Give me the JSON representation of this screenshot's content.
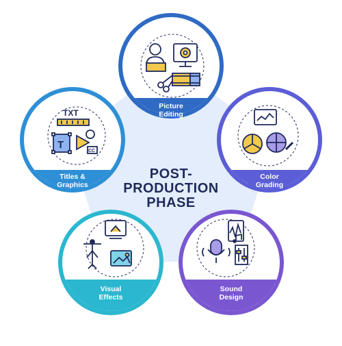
{
  "title": {
    "lines": [
      "POST-",
      "PRODUCTION",
      "PHASE"
    ]
  },
  "stages": [
    {
      "id": "picture-editing",
      "lines": [
        "Picture",
        "Editing"
      ],
      "color": "#2f6bc4",
      "label_bg": "#2f6bc4"
    },
    {
      "id": "color-grading",
      "lines": [
        "Color",
        "Grading"
      ],
      "color": "#5b5ed6",
      "label_bg": "#5b5ed6"
    },
    {
      "id": "sound-design",
      "lines": [
        "Sound",
        "Design"
      ],
      "color": "#7a57d1",
      "label_bg": "#7a57d1"
    },
    {
      "id": "visual-effects",
      "lines": [
        "Visual",
        "Effects"
      ],
      "color": "#2bb7cf",
      "label_bg": "#2bb7cf"
    },
    {
      "id": "titles-graphics",
      "lines": [
        "Titles &",
        "Graphics"
      ],
      "color": "#2e8fd6",
      "label_bg": "#2e8fd6"
    }
  ],
  "icons": {
    "picture-editing": "editor-workstation-icon",
    "color-grading": "color-wheels-icon",
    "sound-design": "audio-mixing-icon",
    "visual-effects": "vfx-tools-icon",
    "titles-graphics": "text-captions-icon"
  },
  "icon_text": {
    "txt": "TXT",
    "t": "T",
    "cc": "CC"
  },
  "colors": {
    "ring_bg": "#e3edfb",
    "icon_stroke": "#1f2a5a",
    "icon_yellow": "#f2c94c",
    "icon_blue": "#8fb3f0",
    "icon_cyan": "#7fd3e6",
    "icon_purple": "#a99ce8",
    "title": "#1f2a5a"
  }
}
